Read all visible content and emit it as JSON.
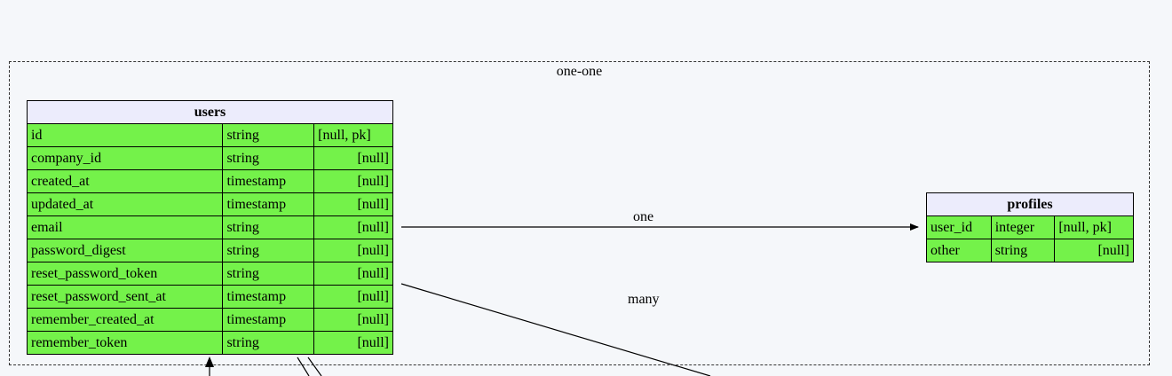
{
  "cluster": {
    "label": "one-one"
  },
  "users": {
    "title": "users",
    "rows": [
      {
        "name": "id",
        "type": "string",
        "attrs": "[null, pk]"
      },
      {
        "name": "company_id",
        "type": "string",
        "attrs": "[null]"
      },
      {
        "name": "created_at",
        "type": "timestamp",
        "attrs": "[null]"
      },
      {
        "name": "updated_at",
        "type": "timestamp",
        "attrs": "[null]"
      },
      {
        "name": "email",
        "type": "string",
        "attrs": "[null]"
      },
      {
        "name": "password_digest",
        "type": "string",
        "attrs": "[null]"
      },
      {
        "name": "reset_password_token",
        "type": "string",
        "attrs": "[null]"
      },
      {
        "name": "reset_password_sent_at",
        "type": "timestamp",
        "attrs": "[null]"
      },
      {
        "name": "remember_created_at",
        "type": "timestamp",
        "attrs": "[null]"
      },
      {
        "name": "remember_token",
        "type": "string",
        "attrs": "[null]"
      }
    ]
  },
  "profiles": {
    "title": "profiles",
    "rows": [
      {
        "name": "user_id",
        "type": "integer",
        "attrs": "[null, pk]"
      },
      {
        "name": "other",
        "type": "string",
        "attrs": "[null]"
      }
    ]
  },
  "edges": {
    "one": "one",
    "many": "many"
  },
  "colors": {
    "field_fill": "#74f24a",
    "header_fill": "#ececfc",
    "background": "#f5f7fa"
  }
}
